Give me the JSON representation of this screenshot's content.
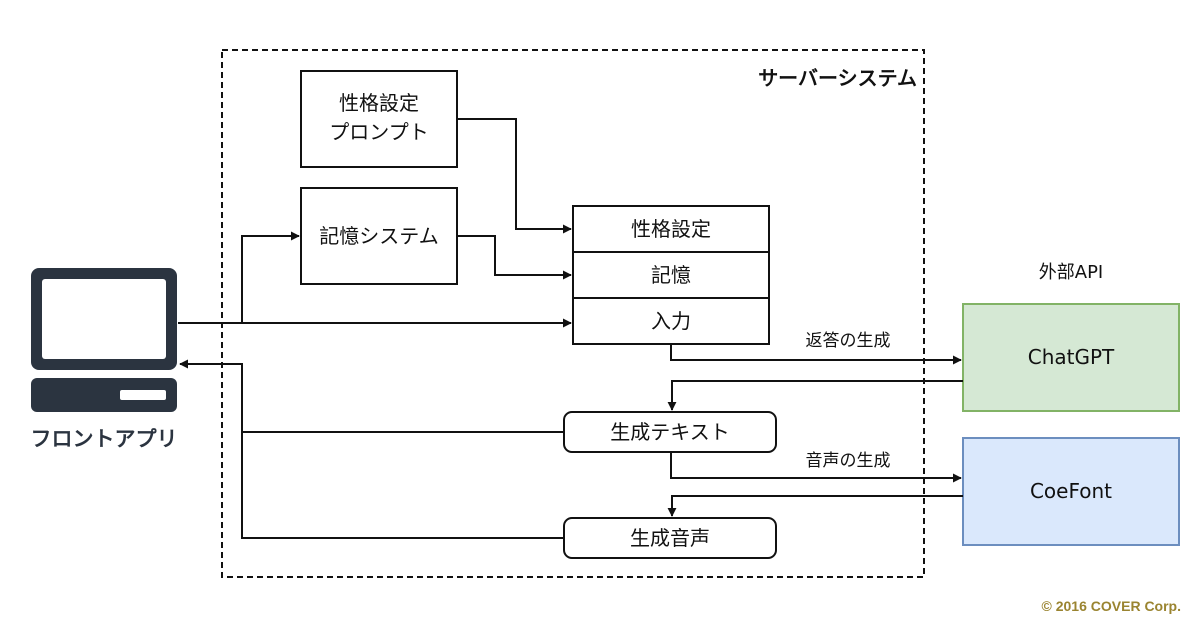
{
  "client": {
    "label": "フロントアプリ",
    "icon": "computer-icon"
  },
  "server_system": {
    "title": "サーバーシステム",
    "personality_prompt": [
      "性格設定",
      "プロンプト"
    ],
    "memory_system": "記憶システム",
    "prompt_sections": [
      "性格設定",
      "記憶",
      "入力"
    ],
    "generated_text": "生成テキスト",
    "generated_voice": "生成音声"
  },
  "external_api": {
    "heading": "外部API",
    "chatgpt": "ChatGPT",
    "coefont": "CoeFont"
  },
  "connections": {
    "response_generation": "返答の生成",
    "voice_generation": "音声の生成"
  },
  "colors": {
    "chatgpt_fill": "#d5e8d4",
    "chatgpt_stroke": "#82b366",
    "coefont_fill": "#dae8fc",
    "coefont_stroke": "#6c8ebf",
    "client_icon": "#2b3440",
    "copyright": "#9a8430"
  },
  "copyright": "© 2016 COVER Corp."
}
